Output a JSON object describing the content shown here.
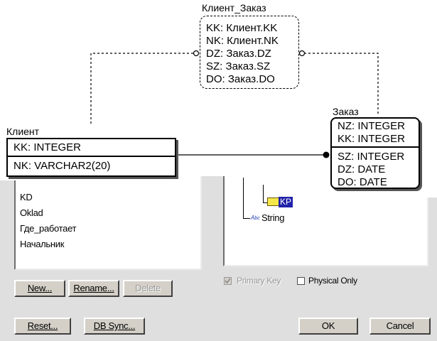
{
  "dialog": {
    "list_items": [
      "KD",
      "Oklad",
      "Где_работает",
      "Начальник"
    ],
    "buttons": {
      "new": "New...",
      "rename": "Rename...",
      "delete": "Delete",
      "reset": "Reset...",
      "db_sync": "DB Sync...",
      "ok": "OK",
      "cancel": "Cancel"
    },
    "tree_items": [
      "KP",
      "String"
    ],
    "checkboxes": {
      "primary_key": {
        "label": "Primary Key",
        "checked": true,
        "enabled": false
      },
      "physical_only": {
        "label": "Physical Only",
        "checked": false,
        "enabled": true
      }
    }
  },
  "diagram": {
    "link_entity": {
      "title": "Клиент_Заказ",
      "rows": [
        "KK: Клиент.KK",
        "NK: Клиент.NK",
        "DZ: Заказ.DZ",
        "SZ: Заказ.SZ",
        "DO: Заказ.DO"
      ]
    },
    "client": {
      "title": "Клиент",
      "key_rows": [
        "KK: INTEGER"
      ],
      "rows": [
        "NK: VARCHAR2(20)"
      ]
    },
    "order": {
      "title": "Заказ",
      "key_rows": [
        "NZ: INTEGER",
        "KK: INTEGER"
      ],
      "rows": [
        "SZ: INTEGER",
        "DZ: DATE",
        "DO: DATE"
      ]
    }
  }
}
